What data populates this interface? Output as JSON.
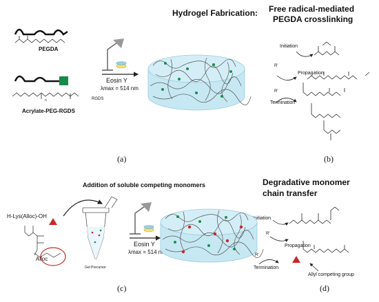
{
  "panel_a": {
    "title": "Hydrogel Fabrication:",
    "pegda_label": "PEGDA",
    "acrylate_label": "Acrylate-PEG-RGDS",
    "acrylate_n": "n",
    "rgds_label": "RGDS",
    "initiator": "Eosin Y",
    "wavelength": "λmax = 514 nm",
    "panel_label": "(a)"
  },
  "panel_b": {
    "title_line1": "Free radical-mediated",
    "title_line2": "PEGDA crosslinking",
    "initiation": "Initiation",
    "propagation": "Propagation",
    "termination": "Termination",
    "r_label": "R'",
    "panel_label": "(b)"
  },
  "panel_c": {
    "title": "Addition of soluble competing monomers",
    "monomer_label": "H-Lys(Alloc)-OH",
    "alloc_label": "Alloc",
    "precursor_label": "Gel Precursor",
    "initiator": "Eosin Y",
    "wavelength": "λmax = 514 nm",
    "panel_label": "(c)"
  },
  "panel_d": {
    "title_line1": "Degradative monomer",
    "title_line2": "chain transfer",
    "initiation": "Initiation",
    "propagation": "Propagation",
    "termination": "Termination",
    "r_label": "R'",
    "allyl_label": "Allyl competing group",
    "panel_label": "(d)"
  },
  "colors": {
    "hydrogel_fill": "#d4eef7",
    "hydrogel_rim": "#bfe3f0",
    "network_line": "#555555",
    "rgds_dot": "#1f8a4c",
    "rgds_square": "#168a4a",
    "competing_triangle": "#c62828",
    "alloc_circle": "#c62828"
  },
  "icons": [
    "lamp-icon",
    "reaction-arrow-icon",
    "microtube-icon",
    "curved-arrow-icon",
    "triangle-monomer-icon"
  ]
}
